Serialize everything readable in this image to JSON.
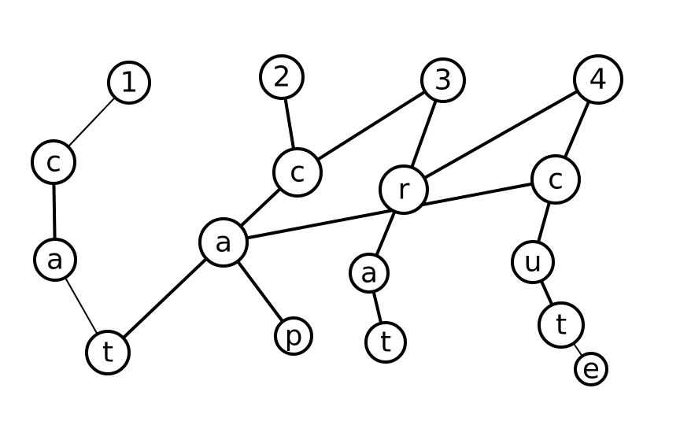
{
  "diagram": {
    "nodes": [
      {
        "id": "n1",
        "label": "1"
      },
      {
        "id": "n2",
        "label": "2"
      },
      {
        "id": "n3",
        "label": "3"
      },
      {
        "id": "n4",
        "label": "4"
      },
      {
        "id": "c1",
        "label": "c"
      },
      {
        "id": "a1",
        "label": "a"
      },
      {
        "id": "t1",
        "label": "t"
      },
      {
        "id": "c2",
        "label": "c"
      },
      {
        "id": "a2",
        "label": "a"
      },
      {
        "id": "p1",
        "label": "p"
      },
      {
        "id": "r1",
        "label": "r"
      },
      {
        "id": "a3",
        "label": "a"
      },
      {
        "id": "t2",
        "label": "t"
      },
      {
        "id": "c3",
        "label": "c"
      },
      {
        "id": "u1",
        "label": "u"
      },
      {
        "id": "t3",
        "label": "t"
      },
      {
        "id": "e1",
        "label": "e"
      }
    ],
    "edges": [
      [
        "n1",
        "c1"
      ],
      [
        "c1",
        "a1"
      ],
      [
        "a1",
        "t1"
      ],
      [
        "t1",
        "a2"
      ],
      [
        "n2",
        "c2"
      ],
      [
        "n3",
        "c2"
      ],
      [
        "c2",
        "a2"
      ],
      [
        "a2",
        "p1"
      ],
      [
        "a2",
        "c3"
      ],
      [
        "n3",
        "r1"
      ],
      [
        "n4",
        "r1"
      ],
      [
        "r1",
        "a3"
      ],
      [
        "a3",
        "t2"
      ],
      [
        "n4",
        "c3"
      ],
      [
        "c3",
        "u1"
      ],
      [
        "u1",
        "t3"
      ],
      [
        "t3",
        "e1"
      ]
    ]
  }
}
